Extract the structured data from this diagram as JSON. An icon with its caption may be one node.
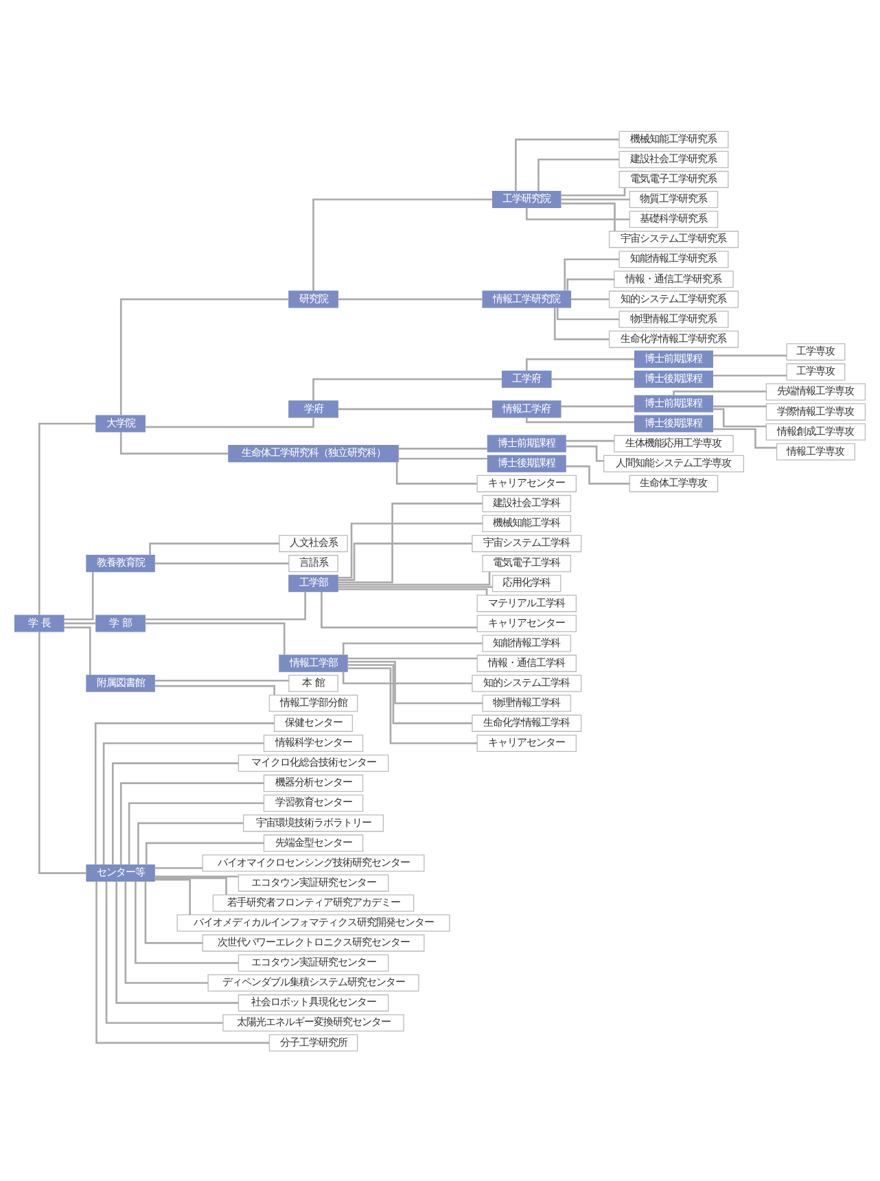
{
  "diagram": {
    "nodes": [
      {
        "text": [
          "学 長"
        ]
      },
      {
        "text": [
          "大学院"
        ]
      },
      {
        "text": [
          "研究院"
        ]
      },
      {
        "text": [
          "工学研究院"
        ]
      },
      {
        "text": [
          "機械知能工学研究系"
        ]
      },
      {
        "text": [
          "建設社会工学研究系"
        ]
      },
      {
        "text": [
          "電気電子工学研究系"
        ]
      },
      {
        "text": [
          "物質工学研究系"
        ]
      },
      {
        "text": [
          "基礎科学研究系"
        ]
      },
      {
        "text": [
          "宇宙システム工学研究系"
        ]
      },
      {
        "text": [
          "情報工学研究院"
        ]
      },
      {
        "text": [
          "知能情報工学研究系"
        ]
      },
      {
        "text": [
          "情報・通信工学研究系"
        ]
      },
      {
        "text": [
          "知的システム工学研究系"
        ]
      },
      {
        "text": [
          "物理情報工学研究系"
        ]
      },
      {
        "text": [
          "生命化学情報工学研究系"
        ]
      },
      {
        "text": [
          "学府"
        ]
      },
      {
        "text": [
          "工学府"
        ]
      },
      {
        "text": [
          "博士前期課程"
        ]
      },
      {
        "text": [
          "工学専攻"
        ]
      },
      {
        "text": [
          "博士後期課程"
        ]
      },
      {
        "text": [
          "工学専攻"
        ]
      },
      {
        "text": [
          "情報工学府"
        ]
      },
      {
        "text": [
          "博士前期課程"
        ]
      },
      {
        "text": [
          "先端情報工学専攻"
        ]
      },
      {
        "text": [
          "学際情報工学専攻"
        ]
      },
      {
        "text": [
          "情報創成工学専攻"
        ]
      },
      {
        "text": [
          "博士後期課程"
        ]
      },
      {
        "text": [
          "情報工学専攻"
        ]
      },
      {
        "text": [
          "生命体工学研究科（独立研究科）"
        ]
      },
      {
        "text": [
          "博士前期課程"
        ]
      },
      {
        "text": [
          "生体機能応用工学専攻"
        ]
      },
      {
        "text": [
          "人間知能システム工学専攻"
        ]
      },
      {
        "text": [
          "博士後期課程"
        ]
      },
      {
        "text": [
          "生命体工学専攻"
        ]
      },
      {
        "text": [
          "キャリアセンター"
        ]
      },
      {
        "text": [
          "教養教育院"
        ]
      },
      {
        "text": [
          "人文社会系"
        ]
      },
      {
        "text": [
          "言語系"
        ]
      },
      {
        "text": [
          "学 部"
        ]
      },
      {
        "text": [
          "工学部"
        ]
      },
      {
        "text": [
          "建設社会工学科"
        ]
      },
      {
        "text": [
          "機械知能工学科"
        ]
      },
      {
        "text": [
          "宇宙システム工学科"
        ]
      },
      {
        "text": [
          "電気電子工学科"
        ]
      },
      {
        "text": [
          "応用化学科"
        ]
      },
      {
        "text": [
          "マテリアル工学科"
        ]
      },
      {
        "text": [
          "キャリアセンター"
        ]
      },
      {
        "text": [
          "情報工学部"
        ]
      },
      {
        "text": [
          "知能情報工学科"
        ]
      },
      {
        "text": [
          "情報・通信工学科"
        ]
      },
      {
        "text": [
          "知的システム工学科"
        ]
      },
      {
        "text": [
          "物理情報工学科"
        ]
      },
      {
        "text": [
          "生命化学情報工学科"
        ]
      },
      {
        "text": [
          "キャリアセンター"
        ]
      },
      {
        "text": [
          "附属図書館"
        ]
      },
      {
        "text": [
          "本 館"
        ]
      },
      {
        "text": [
          "情報工学部分館"
        ]
      },
      {
        "text": [
          "センター等"
        ]
      },
      {
        "text": [
          "保健センター"
        ]
      },
      {
        "text": [
          "情報科学センター"
        ]
      },
      {
        "text": [
          "マイクロ化総合技術センター"
        ]
      },
      {
        "text": [
          "機器分析センター"
        ]
      },
      {
        "text": [
          "学習教育センター"
        ]
      },
      {
        "text": [
          "宇宙環境技術ラボラトリー"
        ]
      },
      {
        "text": [
          "先端金型センター"
        ]
      },
      {
        "text": [
          "バイオマイクロセンシング技術研究センター"
        ]
      },
      {
        "text": [
          "エコタウン実証研究センター"
        ]
      },
      {
        "text": [
          "若手研究者フロンティア研究アカデミー"
        ]
      },
      {
        "text": [
          "バイオメディカルインフォマティクス研究開発センター"
        ]
      },
      {
        "text": [
          "次世代パワーエレクトロニクス研究センター"
        ]
      },
      {
        "text": [
          "エコタウン実証研究センター"
        ]
      },
      {
        "text": [
          "ディペンダブル集積システム研究センター"
        ]
      },
      {
        "text": [
          "社会ロボット具現化センター"
        ]
      },
      {
        "text": [
          "太陽光エネルギー変換研究センター"
        ]
      },
      {
        "text": [
          "分子工学研究所"
        ]
      }
    ],
    "edges": [
      {
        "from": 0,
        "to": 1,
        "arrow": "none"
      },
      {
        "from": 1,
        "to": 2,
        "arrow": "none"
      },
      {
        "from": 2,
        "to": 3,
        "arrow": "none"
      },
      {
        "from": 3,
        "to": 4,
        "arrow": "none"
      },
      {
        "from": 3,
        "to": 5,
        "arrow": "none"
      },
      {
        "from": 3,
        "to": 6,
        "arrow": "none"
      },
      {
        "from": 3,
        "to": 7,
        "arrow": "none"
      },
      {
        "from": 3,
        "to": 8,
        "arrow": "none"
      },
      {
        "from": 3,
        "to": 9,
        "arrow": "none"
      },
      {
        "from": 2,
        "to": 10,
        "arrow": "none"
      },
      {
        "from": 10,
        "to": 11,
        "arrow": "none"
      },
      {
        "from": 10,
        "to": 12,
        "arrow": "none"
      },
      {
        "from": 10,
        "to": 13,
        "arrow": "none"
      },
      {
        "from": 10,
        "to": 14,
        "arrow": "none"
      },
      {
        "from": 10,
        "to": 15,
        "arrow": "none"
      },
      {
        "from": 1,
        "to": 16,
        "arrow": "none"
      },
      {
        "from": 16,
        "to": 17,
        "arrow": "none"
      },
      {
        "from": 17,
        "to": 18,
        "arrow": "none"
      },
      {
        "from": 18,
        "to": 19,
        "arrow": "none"
      },
      {
        "from": 17,
        "to": 20,
        "arrow": "none"
      },
      {
        "from": 20,
        "to": 21,
        "arrow": "none"
      },
      {
        "from": 16,
        "to": 22,
        "arrow": "none"
      },
      {
        "from": 22,
        "to": 23,
        "arrow": "none"
      },
      {
        "from": 23,
        "to": 24,
        "arrow": "none"
      },
      {
        "from": 23,
        "to": 25,
        "arrow": "none"
      },
      {
        "from": 23,
        "to": 26,
        "arrow": "none"
      },
      {
        "from": 22,
        "to": 27,
        "arrow": "none"
      },
      {
        "from": 27,
        "to": 28,
        "arrow": "none"
      },
      {
        "from": 1,
        "to": 29,
        "arrow": "none"
      },
      {
        "from": 29,
        "to": 30,
        "arrow": "none"
      },
      {
        "from": 30,
        "to": 31,
        "arrow": "none"
      },
      {
        "from": 30,
        "to": 32,
        "arrow": "none"
      },
      {
        "from": 29,
        "to": 33,
        "arrow": "none"
      },
      {
        "from": 33,
        "to": 34,
        "arrow": "none"
      },
      {
        "from": 29,
        "to": 35,
        "arrow": "none"
      },
      {
        "from": 0,
        "to": 36,
        "arrow": "none"
      },
      {
        "from": 36,
        "to": 37,
        "arrow": "none"
      },
      {
        "from": 36,
        "to": 38,
        "arrow": "none"
      },
      {
        "from": 0,
        "to": 39,
        "arrow": "none"
      },
      {
        "from": 39,
        "to": 40,
        "arrow": "none"
      },
      {
        "from": 40,
        "to": 41,
        "arrow": "none"
      },
      {
        "from": 40,
        "to": 42,
        "arrow": "none"
      },
      {
        "from": 40,
        "to": 43,
        "arrow": "none"
      },
      {
        "from": 40,
        "to": 44,
        "arrow": "none"
      },
      {
        "from": 40,
        "to": 45,
        "arrow": "none"
      },
      {
        "from": 40,
        "to": 46,
        "arrow": "none"
      },
      {
        "from": 40,
        "to": 47,
        "arrow": "none"
      },
      {
        "from": 39,
        "to": 48,
        "arrow": "none"
      },
      {
        "from": 48,
        "to": 49,
        "arrow": "none"
      },
      {
        "from": 48,
        "to": 50,
        "arrow": "none"
      },
      {
        "from": 48,
        "to": 51,
        "arrow": "none"
      },
      {
        "from": 48,
        "to": 52,
        "arrow": "none"
      },
      {
        "from": 48,
        "to": 53,
        "arrow": "none"
      },
      {
        "from": 48,
        "to": 54,
        "arrow": "none"
      },
      {
        "from": 0,
        "to": 55,
        "arrow": "none"
      },
      {
        "from": 55,
        "to": 56,
        "arrow": "none"
      },
      {
        "from": 55,
        "to": 57,
        "arrow": "none"
      },
      {
        "from": 0,
        "to": 58,
        "arrow": "none"
      },
      {
        "from": 58,
        "to": 59,
        "arrow": "none"
      },
      {
        "from": 58,
        "to": 60,
        "arrow": "none"
      },
      {
        "from": 58,
        "to": 61,
        "arrow": "none"
      },
      {
        "from": 58,
        "to": 62,
        "arrow": "none"
      },
      {
        "from": 58,
        "to": 63,
        "arrow": "none"
      },
      {
        "from": 58,
        "to": 64,
        "arrow": "none"
      },
      {
        "from": 58,
        "to": 65,
        "arrow": "none"
      },
      {
        "from": 58,
        "to": 66,
        "arrow": "none"
      },
      {
        "from": 58,
        "to": 67,
        "arrow": "none"
      },
      {
        "from": 58,
        "to": 68,
        "arrow": "none"
      },
      {
        "from": 58,
        "to": 69,
        "arrow": "none"
      },
      {
        "from": 58,
        "to": 70,
        "arrow": "none"
      },
      {
        "from": 58,
        "to": 71,
        "arrow": "none"
      },
      {
        "from": 58,
        "to": 72,
        "arrow": "none"
      },
      {
        "from": 58,
        "to": 73,
        "arrow": "none"
      },
      {
        "from": 58,
        "to": 74,
        "arrow": "none"
      },
      {
        "from": 58,
        "to": 75,
        "arrow": "none"
      }
    ]
  }
}
